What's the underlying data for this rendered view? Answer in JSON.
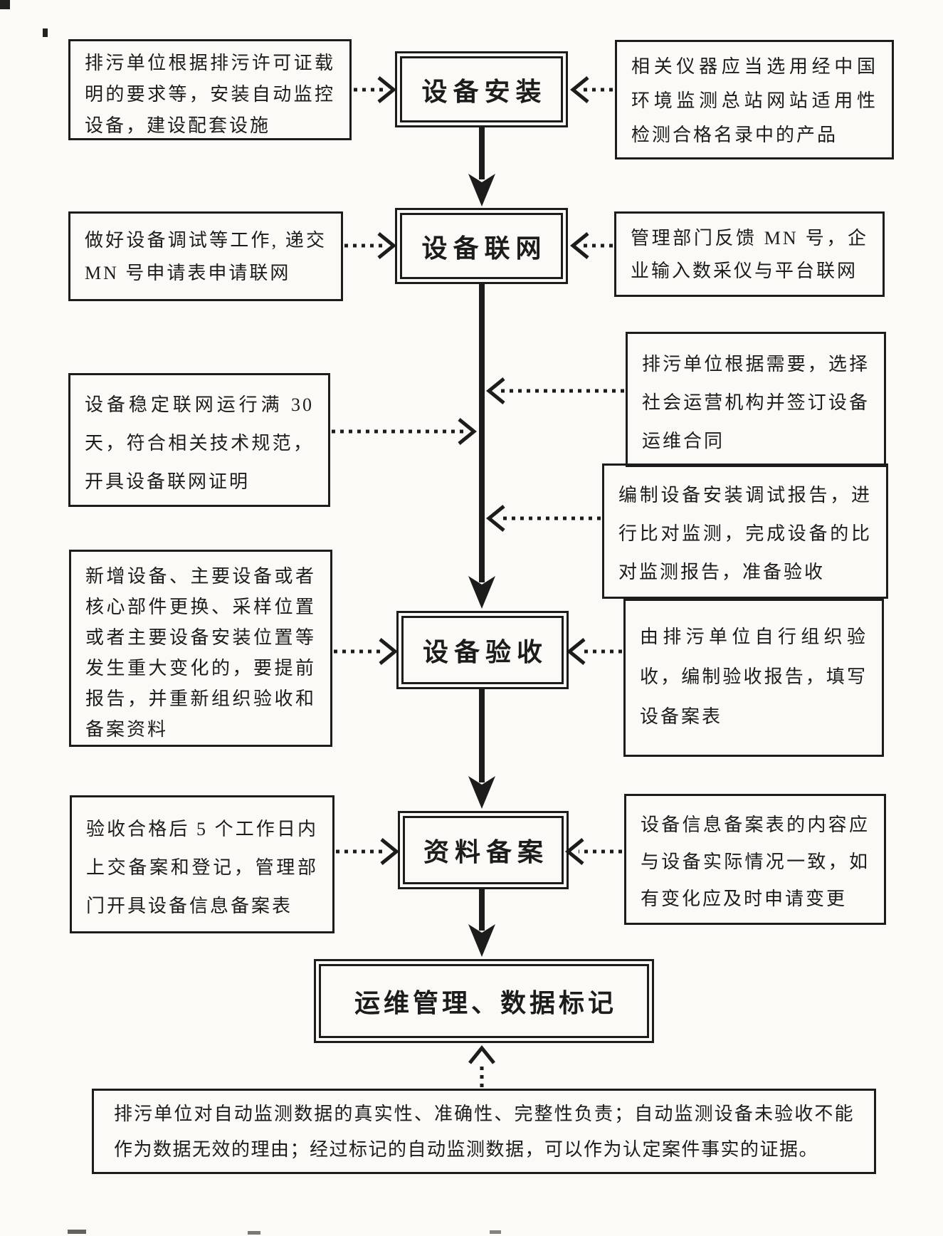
{
  "nodes": {
    "install": "设备安装",
    "network": "设备联网",
    "acceptance": "设备验收",
    "filing": "资料备案",
    "operation": "运维管理、数据标记"
  },
  "notes": {
    "install_left": "排污单位根据排污许可证载明的要求等，安装自动监控设备，建设配套设施",
    "install_right": "相关仪器应当选用经中国环境监测总站网站适用性检测合格名录中的产品",
    "network_left": "做好设备调试等工作, 递交 MN 号申请表申请联网",
    "network_right": "管理部门反馈 MN 号，企业输入数采仪与平台联网",
    "operator_contract": "排污单位根据需要，选择社会运营机构并签订设备运维合同",
    "stable_run": "设备稳定联网运行满 30 天，符合相关技术规范，开具设备联网证明",
    "debug_report": "编制设备安装调试报告，进行比对监测，完成设备的比对监测报告，准备验收",
    "major_change": "新增设备、主要设备或者核心部件更换、采样位置或者主要设备安装位置等发生重大变化的，要提前报告，并重新组织验收和备案资料",
    "self_acceptance": "由排污单位自行组织验收，编制验收报告，填写设备案表",
    "filing_left": "验收合格后 5 个工作日内上交备案和登记，管理部门开具设备信息备案表",
    "filing_right": "设备信息备案表的内容应与设备实际情况一致，如有变化应及时申请变更",
    "bottom": "排污单位对自动监测数据的真实性、准确性、完整性负责；自动监测设备未验收不能作为数据无效的理由；经过标记的自动监测数据，可以作为认定案件事实的证据。"
  },
  "colors": {
    "ink": "#1c1c1c",
    "paper": "#fbfaf6"
  }
}
